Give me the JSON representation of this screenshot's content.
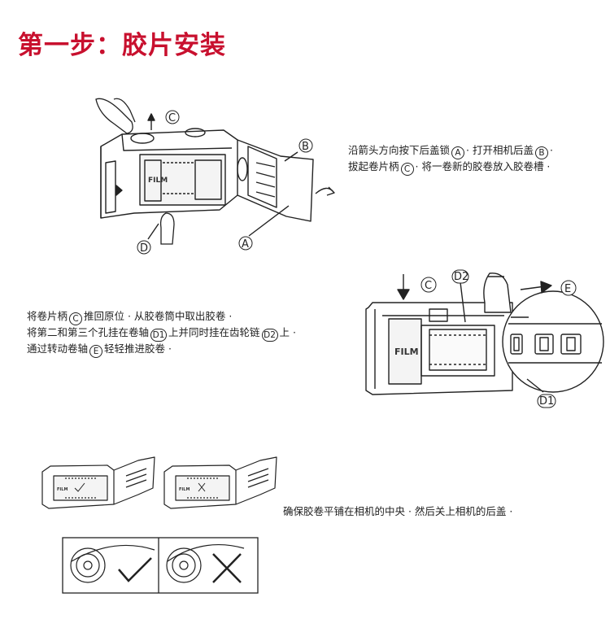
{
  "title": "第一步：胶片安装",
  "step1": {
    "line1": {
      "pre": "沿箭头方向按下后盖锁",
      "m1": "A",
      "mid": "· 打开相机后盖",
      "m2": "B",
      "post": "·"
    },
    "line2": {
      "pre": "拔起卷片柄",
      "m1": "C",
      "post": "· 将一卷新的胶卷放入胶卷槽 ·"
    }
  },
  "step2": {
    "line1": {
      "pre": "将卷片柄",
      "m1": "C",
      "post": "推回原位 · 从胶卷筒中取出胶卷 ·"
    },
    "line2": {
      "pre": "将第二和第三个孔挂在卷轴",
      "m1": "D1",
      "mid": "上并同时挂在齿轮链",
      "m2": "D2",
      "post": "上 ·"
    },
    "line3": {
      "pre": "通过转动卷轴",
      "m1": "E",
      "post": "轻轻推进胶卷 ·"
    }
  },
  "step3": {
    "text": "确保胶卷平铺在相机的中央 · 然后关上相机的后盖 ·"
  },
  "labels": {
    "A": "A",
    "B": "B",
    "C": "C",
    "D": "D",
    "D1": "D1",
    "D2": "D2",
    "E": "E",
    "film": "FILM",
    "film_small": "FILM"
  },
  "icons": {
    "check": "check-icon",
    "cross": "cross-icon",
    "arrow": "arrow-icon"
  },
  "colors": {
    "title": "#c8102e",
    "line": "#222222"
  }
}
